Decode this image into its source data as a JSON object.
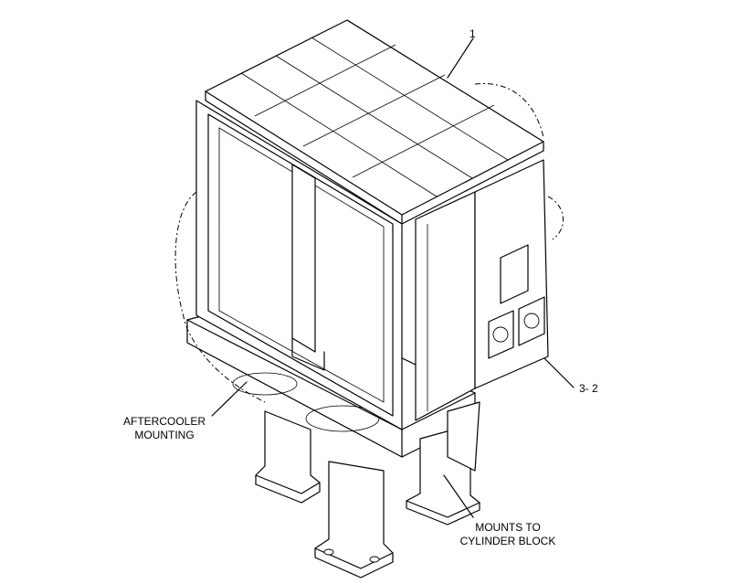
{
  "callouts": {
    "top": "1",
    "right": "3- 2",
    "left_line1": "AFTERCOOLER",
    "left_line2": "MOUNTING",
    "bottom_line1": "MOUNTS TO",
    "bottom_line2": "CYLINDER BLOCK"
  }
}
